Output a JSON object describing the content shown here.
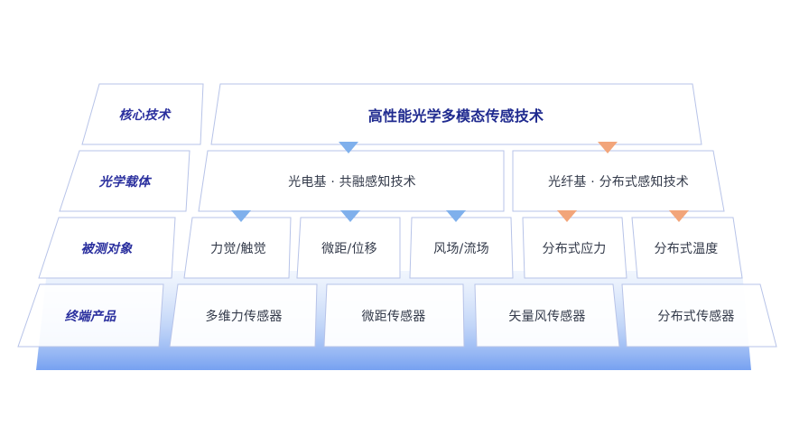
{
  "rows": [
    {
      "label": "核心技术",
      "cells": [
        "高性能光学多模态传感技术"
      ]
    },
    {
      "label": "光学载体",
      "cells": [
        "光电基 · 共融感知技术",
        "光纤基 · 分布式感知技术"
      ]
    },
    {
      "label": "被测对象",
      "cells": [
        "力觉/触觉",
        "微距/位移",
        "风场/流场",
        "分布式应力",
        "分布式温度"
      ]
    },
    {
      "label": "终端产品",
      "cells": [
        "多维力传感器",
        "微距传感器",
        "矢量风传感器",
        "分布式传感器"
      ]
    }
  ],
  "colors": {
    "row_label": "#2a2f9e",
    "core_title": "#1f2a8f",
    "base_blue": "#6f9cf0",
    "arrow_blue": "#7fb0ec",
    "arrow_orange": "#f2a57a"
  }
}
